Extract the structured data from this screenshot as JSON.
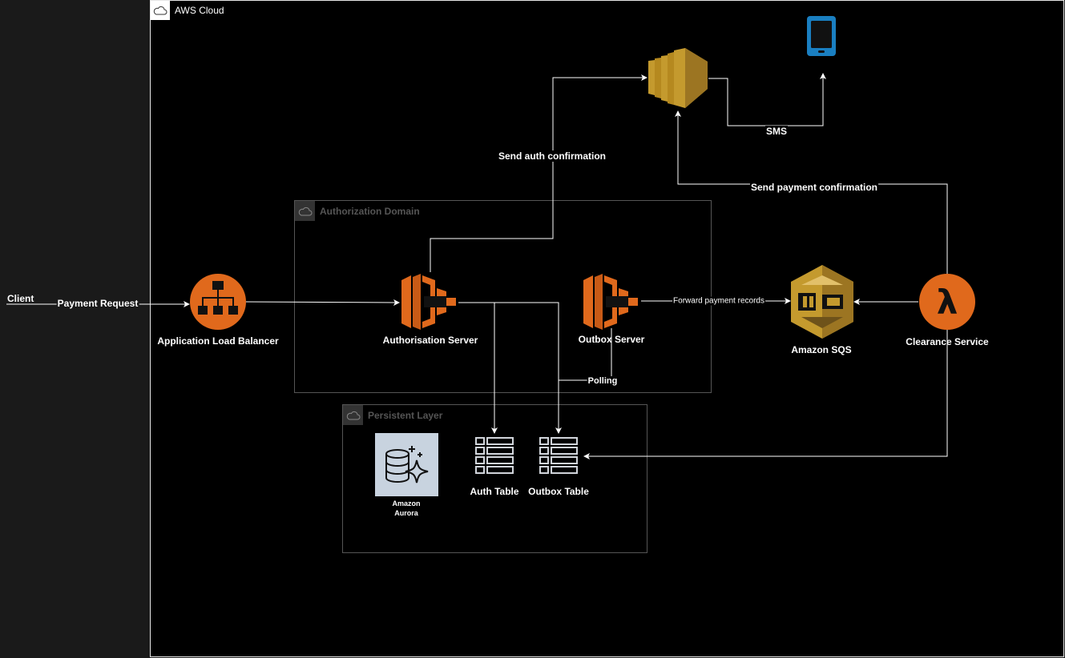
{
  "groups": {
    "aws_cloud": "AWS Cloud",
    "authorization_domain": "Authorization Domain",
    "persistent_layer": "Persistent Layer"
  },
  "nodes": {
    "client": "Client",
    "alb": "Application Load Balancer",
    "auth_server": "Authorisation Server",
    "outbox_server": "Outbox Server",
    "sqs": "Amazon SQS",
    "clearance": "Clearance Service",
    "aurora": "Amazon Aurora",
    "auth_table": "Auth Table",
    "outbox_table": "Outbox Table",
    "sns_icon": "sns-icon",
    "mobile_icon": "mobile-phone-icon",
    "lambda_symbol": "λ"
  },
  "edges": {
    "payment_request": "Payment Request",
    "send_auth_confirmation": "Send auth confirmation",
    "send_payment_confirmation": "Send payment confirmation",
    "sms": "SMS",
    "forward_payment_records": "Forward payment records",
    "polling": "Polling"
  },
  "colors": {
    "compute_orange": "#e0691c",
    "sqs_gold": "#c49a2e",
    "aurora_bg": "#c8d3df",
    "mobile_blue": "#1a7fc1"
  }
}
